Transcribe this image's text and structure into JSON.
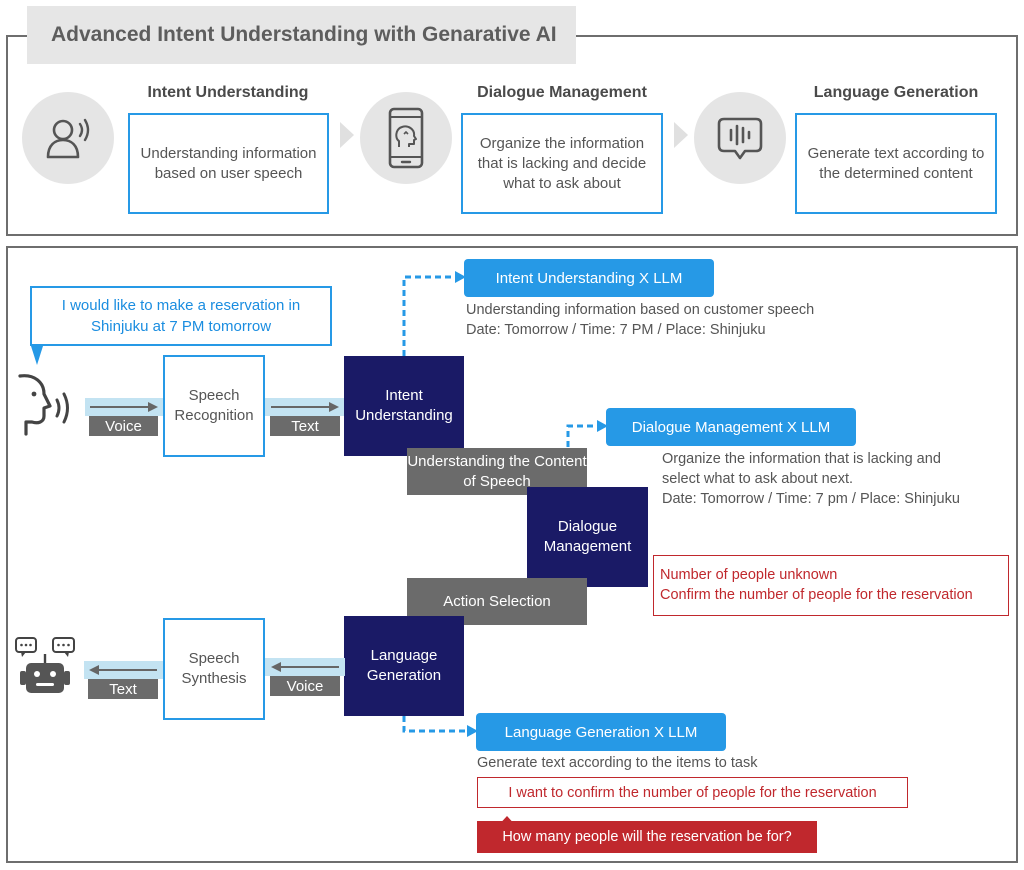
{
  "title": "Advanced Intent Understanding with Genarative AI",
  "steps": [
    {
      "title": "Intent Understanding",
      "description": "Understanding information based on user speech",
      "icon": "user-speaking-icon"
    },
    {
      "title": "Dialogue Management",
      "description": "Organize the information that is lacking and decide what to ask about",
      "icon": "smartphone-brain-icon"
    },
    {
      "title": "Language Generation",
      "description": "Generate text according to the determined content",
      "icon": "chat-waveform-icon"
    }
  ],
  "flow": {
    "user_utterance": "I would like to make a reservation in Shinjuku at 7 PM tomorrow",
    "voice_label_in": "Voice",
    "speech_recognition": "Speech Recognition",
    "text_label_in": "Text",
    "intent_understanding": "Intent Understanding",
    "understanding_content": "Understanding the Content of Speech",
    "dialogue_management": "Dialogue Management",
    "action_selection": "Action Selection",
    "language_generation": "Language Generation",
    "voice_label_out": "Voice",
    "speech_synthesis": "Speech Synthesis",
    "text_label_out": "Text"
  },
  "llm": {
    "intent": {
      "label": "Intent Understanding X LLM",
      "line1": "Understanding information based on customer speech",
      "line2": "Date: Tomorrow / Time: 7 PM / Place: Shinjuku"
    },
    "dialogue": {
      "label": "Dialogue Management X LLM",
      "line1": "Organize the information that is lacking and",
      "line2": "select what to ask about next.",
      "line3": "Date: Tomorrow / Time: 7 pm / Place: Shinjuku"
    },
    "generation": {
      "label": "Language Generation X LLM",
      "line1": "Generate text according to the items to task"
    }
  },
  "notes": {
    "missing_line1": "Number of people unknown",
    "missing_line2": "Confirm the number of people for the reservation",
    "confirm_intent": "I want to confirm the number of people for the reservation",
    "question": "How many people will the reservation be for?"
  },
  "colors": {
    "accent_blue": "#2699e6",
    "navy": "#1a1a66",
    "gray": "#6b6b6b",
    "red": "#c0282d",
    "lane": "#c3e3f2"
  }
}
